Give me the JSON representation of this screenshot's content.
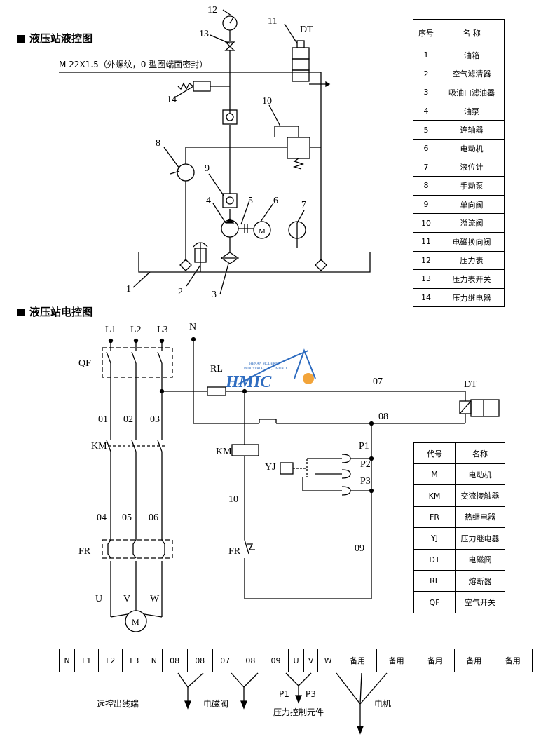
{
  "hydraulic": {
    "title": "液压站液控图",
    "port_note": "M 22X1.5（外螺纹，0 型圈端面密封）",
    "dt_label": "DT",
    "callouts": [
      "1",
      "2",
      "3",
      "4",
      "5",
      "6",
      "7",
      "8",
      "9",
      "10",
      "11",
      "12",
      "13",
      "14"
    ]
  },
  "electrical": {
    "title": "液压站电控图",
    "phases": [
      "L1",
      "L2",
      "L3"
    ],
    "neutral": "N",
    "qf": "QF",
    "wires_top": [
      "01",
      "02",
      "03"
    ],
    "km": "KM",
    "wires_mid": [
      "04",
      "05",
      "06"
    ],
    "fr": "FR",
    "motor_terms": [
      "U",
      "V",
      "W"
    ],
    "rl": "RL",
    "w07": "07",
    "w08": "08",
    "w10": "10",
    "w09": "09",
    "dt": "DT",
    "yj": "YJ",
    "p1": "P1",
    "p2": "P2",
    "p3": "P3",
    "km_coil": "KM",
    "fr_contact": "FR"
  },
  "logo": {
    "text": "HMIC",
    "line1": "HENAN MODERN",
    "line2": "INDUSTRIAL CO.,LIMITED"
  },
  "parts_table": {
    "headers": [
      "序号",
      "名 称"
    ],
    "rows": [
      [
        "1",
        "油箱"
      ],
      [
        "2",
        "空气滤清器"
      ],
      [
        "3",
        "吸油口滤油器"
      ],
      [
        "4",
        "油泵"
      ],
      [
        "5",
        "连轴器"
      ],
      [
        "6",
        "电动机"
      ],
      [
        "7",
        "液位计"
      ],
      [
        "8",
        "手动泵"
      ],
      [
        "9",
        "单向阀"
      ],
      [
        "10",
        "溢流阀"
      ],
      [
        "11",
        "电磁换向阀"
      ],
      [
        "12",
        "压力表"
      ],
      [
        "13",
        "压力表开关"
      ],
      [
        "14",
        "压力继电器"
      ]
    ]
  },
  "symbol_table": {
    "headers": [
      "代号",
      "名称"
    ],
    "rows": [
      [
        "M",
        "电动机"
      ],
      [
        "KM",
        "交流接触器"
      ],
      [
        "FR",
        "热继电器"
      ],
      [
        "YJ",
        "压力继电器"
      ],
      [
        "DT",
        "电磁阀"
      ],
      [
        "RL",
        "熔断器"
      ],
      [
        "QF",
        "空气开关"
      ]
    ]
  },
  "terminal_strip": {
    "cells": [
      "N",
      "L1",
      "L2",
      "L3",
      "N",
      "08",
      "08",
      "07",
      "08",
      "09",
      "U",
      "V",
      "W",
      "备用",
      "备用",
      "备用",
      "备用",
      "备用"
    ],
    "labels": {
      "remote": "远控出线端",
      "solenoid": "电磁阀",
      "p1": "P1",
      "p3": "P3",
      "pressure_ctrl": "压力控制元件",
      "motor": "电机"
    }
  }
}
